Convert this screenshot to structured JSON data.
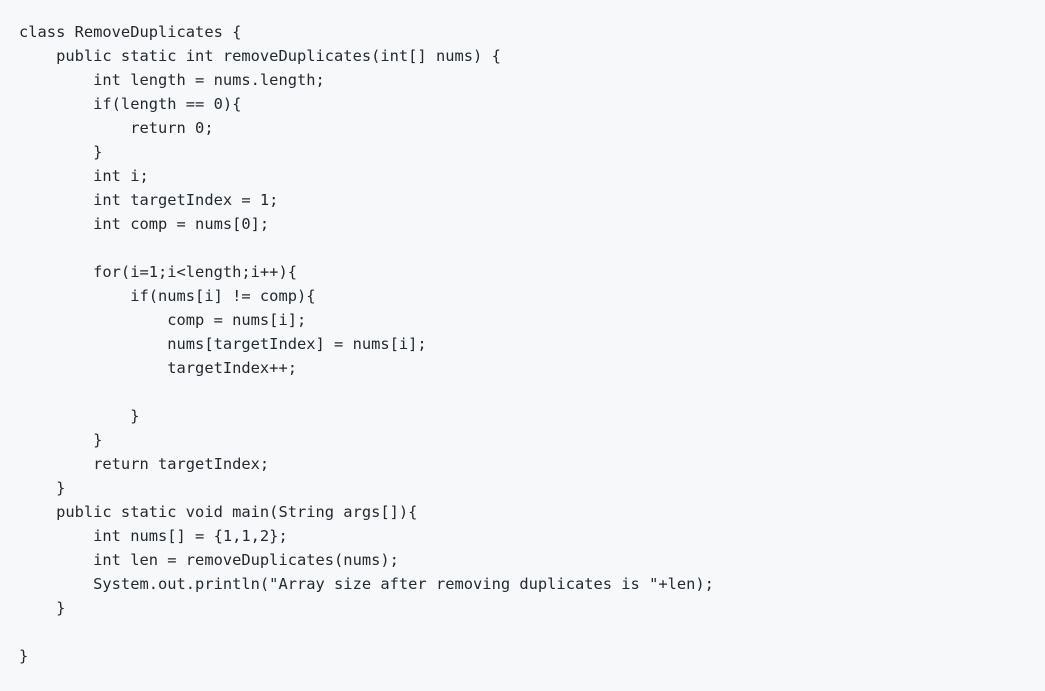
{
  "code_block": {
    "language": "java",
    "lines": [
      "class RemoveDuplicates {",
      "    public static int removeDuplicates(int[] nums) {",
      "        int length = nums.length;",
      "        if(length == 0){",
      "            return 0;",
      "        }",
      "        int i;",
      "        int targetIndex = 1;",
      "        int comp = nums[0];",
      "",
      "        for(i=1;i<length;i++){",
      "            if(nums[i] != comp){",
      "                comp = nums[i];",
      "                nums[targetIndex] = nums[i];",
      "                targetIndex++;",
      "",
      "            }",
      "        }",
      "        return targetIndex;",
      "    }",
      "    public static void main(String args[]){",
      "        int nums[] = {1,1,2};",
      "        int len = removeDuplicates(nums);",
      "        System.out.println(\"Array size after removing duplicates is \"+len);",
      "    }",
      "",
      "}"
    ]
  },
  "colors": {
    "background": "#f6f8fa",
    "text": "#24292e"
  }
}
